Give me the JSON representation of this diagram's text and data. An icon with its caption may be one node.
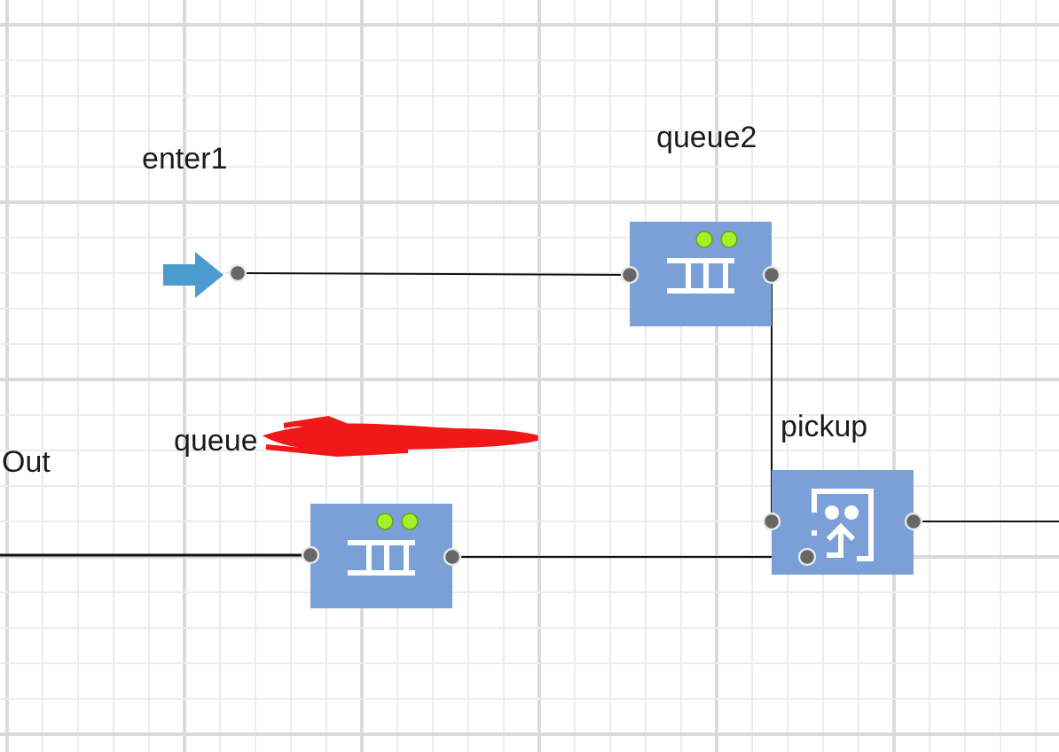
{
  "diagram": {
    "nodes": [
      {
        "text": [
          "enter1"
        ]
      },
      {
        "text": [
          "queue2"
        ]
      },
      {
        "text": [
          "pickup"
        ]
      },
      {
        "text": [
          "queue"
        ]
      }
    ],
    "edges": [
      {
        "from": 0,
        "to": 1,
        "arrow": "none"
      },
      {
        "from": 1,
        "to": 2,
        "arrow": "none"
      },
      {
        "from": 3,
        "to": 2,
        "arrow": "none"
      },
      {
        "from": null,
        "to": 3,
        "arrow": "none"
      },
      {
        "from": 2,
        "to": null,
        "arrow": "none"
      }
    ],
    "labels": [
      "Out"
    ]
  }
}
